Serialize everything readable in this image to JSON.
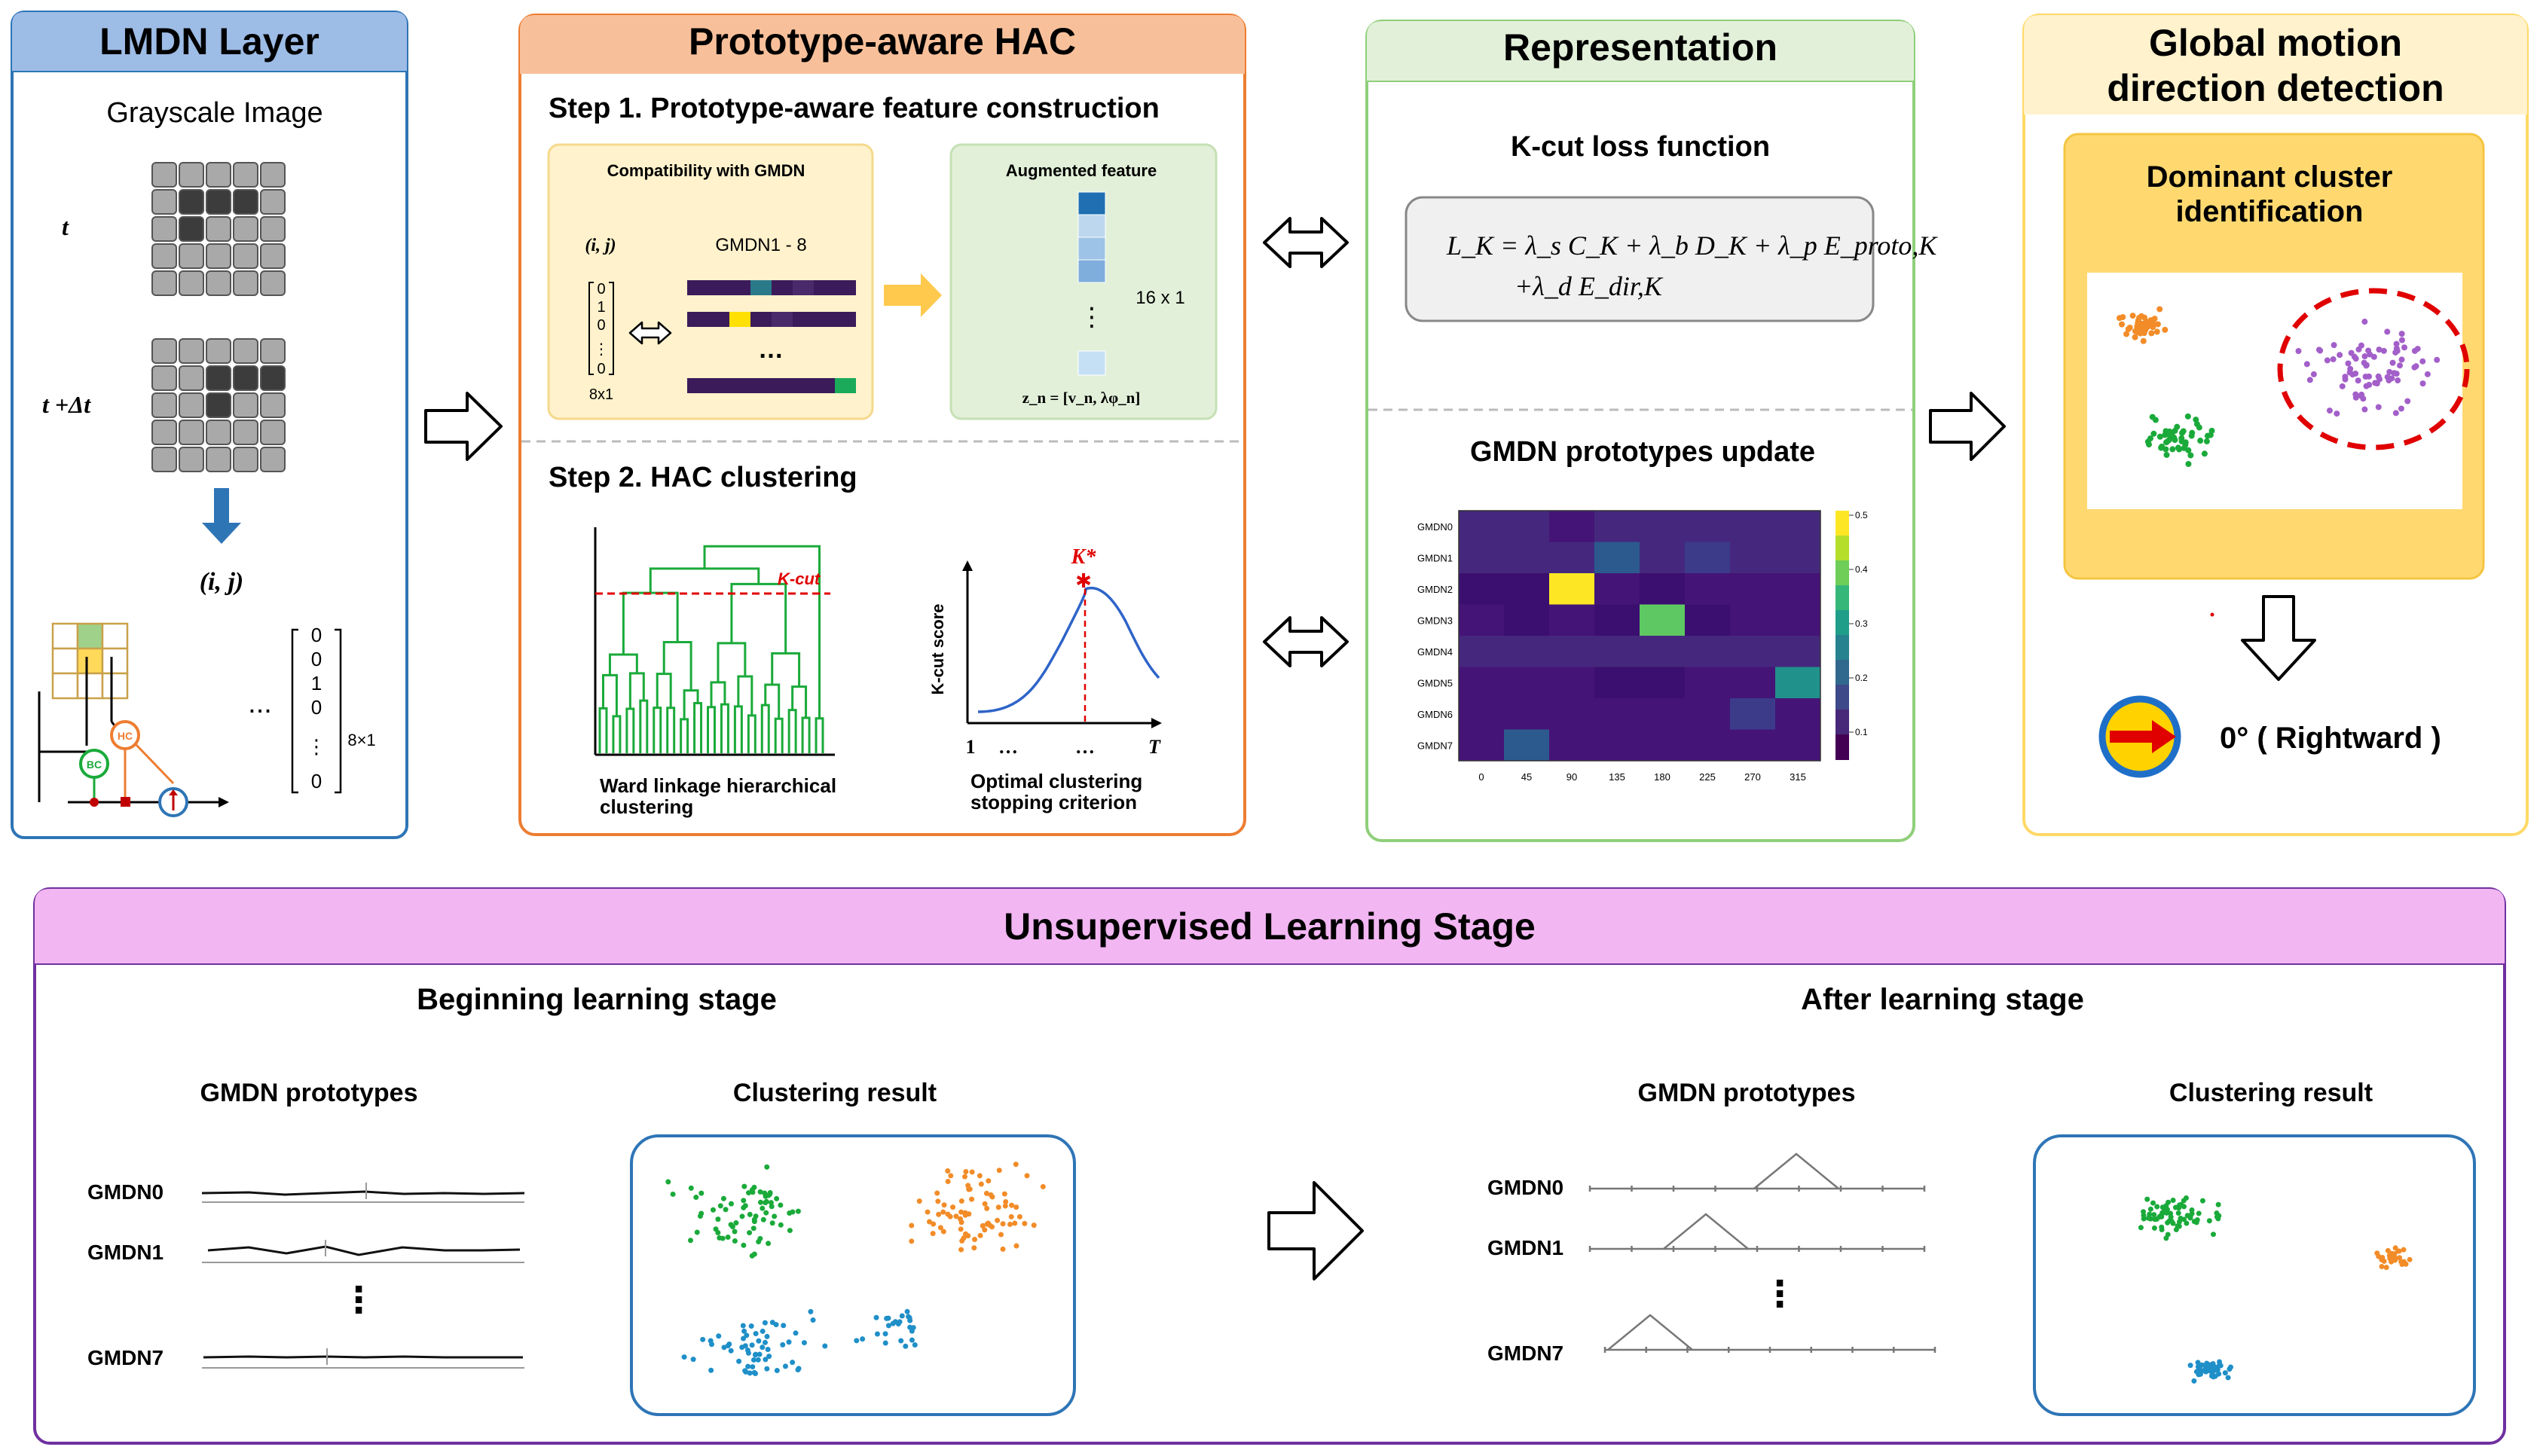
{
  "lmdn": {
    "title": "LMDN Layer",
    "subtitle": "Grayscale Image",
    "time_t": "t",
    "time_t_dt": "t +Δt",
    "coord": "(i, j)",
    "ellipsis": "...",
    "vector_values": [
      "0",
      "0",
      "1",
      "0",
      "⋮",
      "0"
    ],
    "vector_size": "8×1",
    "bc_label": "BC",
    "hc_label": "HC"
  },
  "hac": {
    "title": "Prototype-aware HAC",
    "step1": "Step 1. Prototype-aware feature construction",
    "compat_title": "Compatibility with GMDN",
    "coord": "(i, j)",
    "gmdn_range": "GMDN1 - 8",
    "vector_values": [
      "0",
      "1",
      "0",
      "⋮",
      "0"
    ],
    "vector_size": "8x1",
    "aug_title": "Augmented feature",
    "aug_size": "16 x 1",
    "aug_formula": "z_n = [v_n, λφ_n]",
    "step2": "Step 2. HAC clustering",
    "kcut": "K-cut",
    "dendro_caption_1": "Ward linkage hierarchical",
    "dendro_caption_2": "clustering",
    "kstar": "K*",
    "score_axis": "K-cut score",
    "x_ticks": [
      "1",
      "…",
      "…",
      "T"
    ],
    "curve_caption_1": "Optimal clustering",
    "curve_caption_2": "stopping criterion"
  },
  "representation": {
    "title": "Representation",
    "loss_title": "K-cut loss function",
    "loss_line1": "L_K = λ_s C_K + λ_b D_K + λ_p E_proto,K",
    "loss_line2": "+λ_d E_dir,K",
    "update_title": "GMDN prototypes update",
    "heatmap_rows": [
      "GMDN0",
      "GMDN1",
      "GMDN2",
      "GMDN3",
      "GMDN4",
      "GMDN5",
      "GMDN6",
      "GMDN7"
    ],
    "heatmap_cols": [
      "0",
      "45",
      "90",
      "135",
      "180",
      "225",
      "270",
      "315"
    ],
    "colorbar_ticks": [
      "0.5",
      "0.4",
      "0.3",
      "0.2",
      "0.1"
    ]
  },
  "global": {
    "title_line1": "Global motion",
    "title_line2": "direction detection",
    "dominant_line1": "Dominant cluster",
    "dominant_line2": "identification",
    "result": "0° ( Rightward )"
  },
  "unsupervised": {
    "title": "Unsupervised Learning Stage",
    "beginning": "Beginning learning stage",
    "after": "After learning stage",
    "gmdn_prototypes": "GMDN prototypes",
    "clustering_result": "Clustering result",
    "proto_labels_begin": [
      "GMDN0",
      "GMDN1",
      "GMDN7"
    ],
    "proto_labels_after": [
      "GMDN0",
      "GMDN1",
      "GMDN7"
    ],
    "vdots": "⋮"
  },
  "colors": {
    "lmdn_header": "#9dbce6",
    "lmdn_border": "#2e75b6",
    "hac_header": "#f8c09a",
    "hac_border": "#ed7d31",
    "rep_header": "#e2f0d9",
    "rep_border": "#8fcf7a",
    "global_header": "#fff2cc",
    "global_border": "#ffd966",
    "unsup_header": "#f2b6f2",
    "unsup_border": "#7030a0",
    "cluster_green": "#1aaa3a",
    "cluster_orange": "#f28c28",
    "cluster_blue": "#1f8fc8",
    "cluster_purple": "#a35fc9"
  }
}
